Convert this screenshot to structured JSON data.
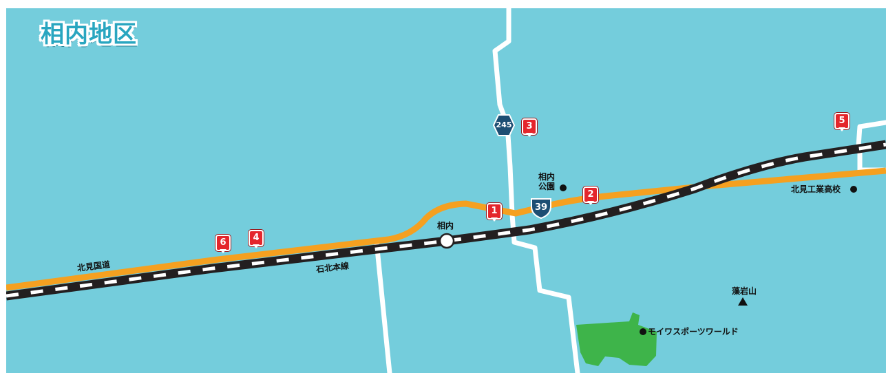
{
  "title": "相内地区",
  "colors": {
    "background": "#74cddc",
    "road": "#ffffff",
    "highway": "#f5a020",
    "railway": "#231f20",
    "park": "#3eb44a",
    "marker": "#e4262c",
    "route_shield": "#1d4e73"
  },
  "labels": {
    "station": "相内",
    "park_name": "相内\n公園",
    "school": "北見工業高校",
    "mountain": "藻岩山",
    "sports": "モイワスポーツワールド",
    "highway_name": "北見国道",
    "railway_name": "石北本線"
  },
  "route_shields": {
    "route_245": "245",
    "route_39": "39"
  },
  "markers": [
    "1",
    "2",
    "3",
    "4",
    "5",
    "6"
  ],
  "icons": {
    "station": "station-circle-icon",
    "point": "dot-icon",
    "mountain": "triangle-icon"
  }
}
